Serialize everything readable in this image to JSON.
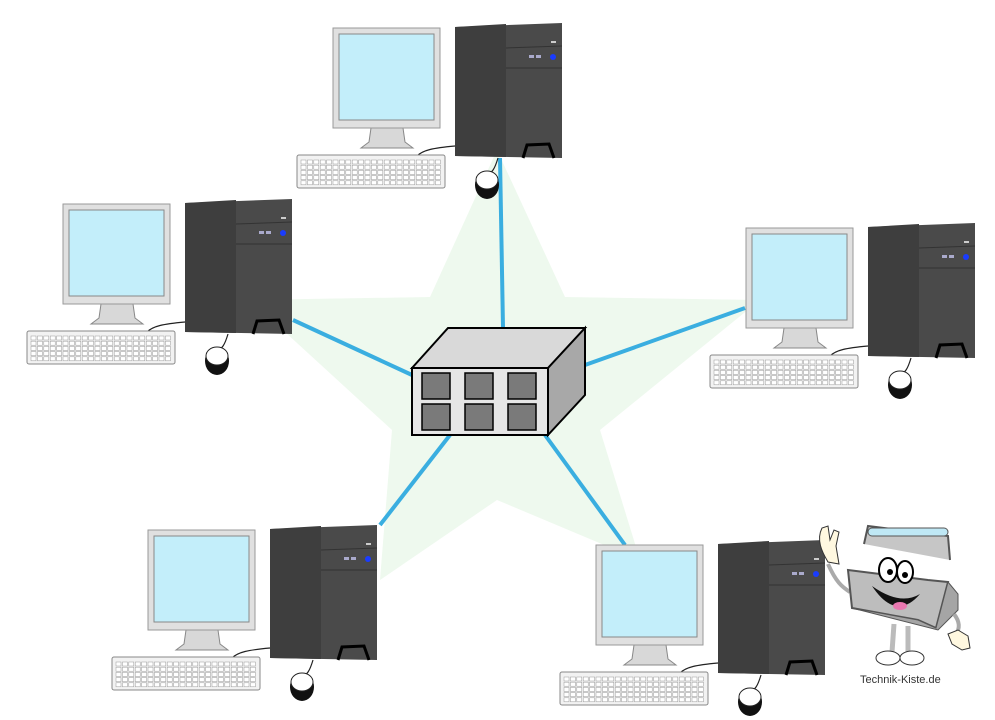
{
  "diagram": {
    "topology": "star",
    "hub": "network-switch",
    "nodes": [
      "computer-top",
      "computer-left",
      "computer-right",
      "computer-bottom-left",
      "computer-bottom-right"
    ],
    "colors": {
      "link": "#3aaee0",
      "star_background": "#eef9ee",
      "screen": "#c3eefa",
      "tower": "#4a4a4a",
      "switch_body": "#c8c8c8",
      "switch_port": "#7a7a7a",
      "power_led": "#1a3cff"
    }
  },
  "logo": {
    "text": "Technik-Kiste.de",
    "mascot": "toolbox-mascot"
  }
}
